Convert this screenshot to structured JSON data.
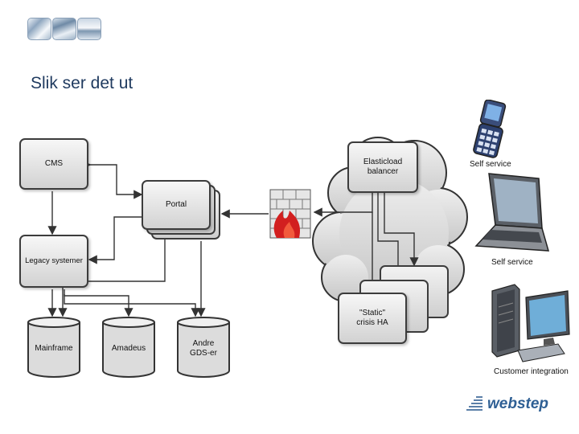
{
  "slide": {
    "title": "Slik ser det ut"
  },
  "diagram": {
    "nodes": {
      "cms": "CMS",
      "portal": "Portal",
      "legacy": "Legacy systemer",
      "mainframe": "Mainframe",
      "amadeus": "Amadeus",
      "andre_line1": "Andre",
      "andre_line2": "GDS-er",
      "elb_line1": "Elasticload",
      "elb_line2": "balancer",
      "static_line1": "\"Static\"",
      "static_line2": "crisis HA"
    },
    "devices": {
      "phone_label": "Self service",
      "laptop_label": "Self service",
      "desktop_label": "Customer integration"
    }
  },
  "brand": {
    "logo_text": "webstep",
    "color": "#2e5f94"
  }
}
